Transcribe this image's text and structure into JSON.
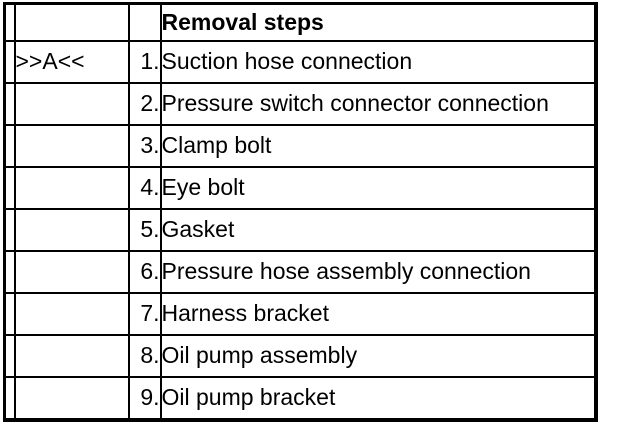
{
  "table": {
    "header": "Removal steps",
    "section_marker": ">>A<<",
    "rows": [
      {
        "marker": ">>A<<",
        "num": "1.",
        "desc": "Suction hose connection"
      },
      {
        "marker": "",
        "num": "2.",
        "desc": "Pressure switch connector connection"
      },
      {
        "marker": "",
        "num": "3.",
        "desc": "Clamp bolt"
      },
      {
        "marker": "",
        "num": "4.",
        "desc": "Eye bolt"
      },
      {
        "marker": "",
        "num": "5.",
        "desc": "Gasket"
      },
      {
        "marker": "",
        "num": "6.",
        "desc": "Pressure hose assembly connection"
      },
      {
        "marker": "",
        "num": "7.",
        "desc": "Harness bracket"
      },
      {
        "marker": "",
        "num": "8.",
        "desc": "Oil pump assembly"
      },
      {
        "marker": "",
        "num": "9.",
        "desc": "Oil pump bracket"
      }
    ],
    "colors": {
      "border": "#000000",
      "text": "#000000",
      "background": "#ffffff"
    }
  }
}
